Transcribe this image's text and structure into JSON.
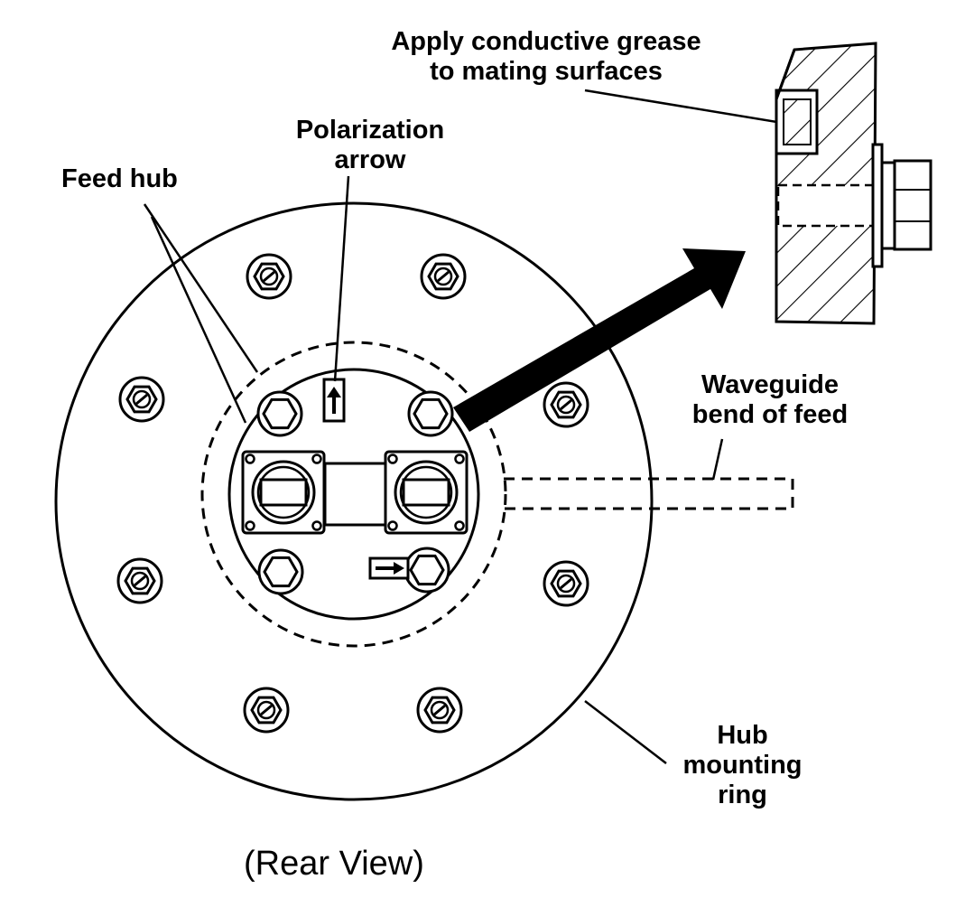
{
  "labels": {
    "grease_line1": "Apply conductive grease",
    "grease_line2": "to mating surfaces",
    "polarization_line1": "Polarization",
    "polarization_line2": "arrow",
    "feed_hub": "Feed hub",
    "waveguide_line1": "Waveguide",
    "waveguide_line2": "bend of feed",
    "hub_line1": "Hub",
    "hub_line2": "mounting",
    "hub_line3": "ring",
    "view_caption": "(Rear View)"
  },
  "colors": {
    "ink": "#000000",
    "paper": "#ffffff"
  }
}
